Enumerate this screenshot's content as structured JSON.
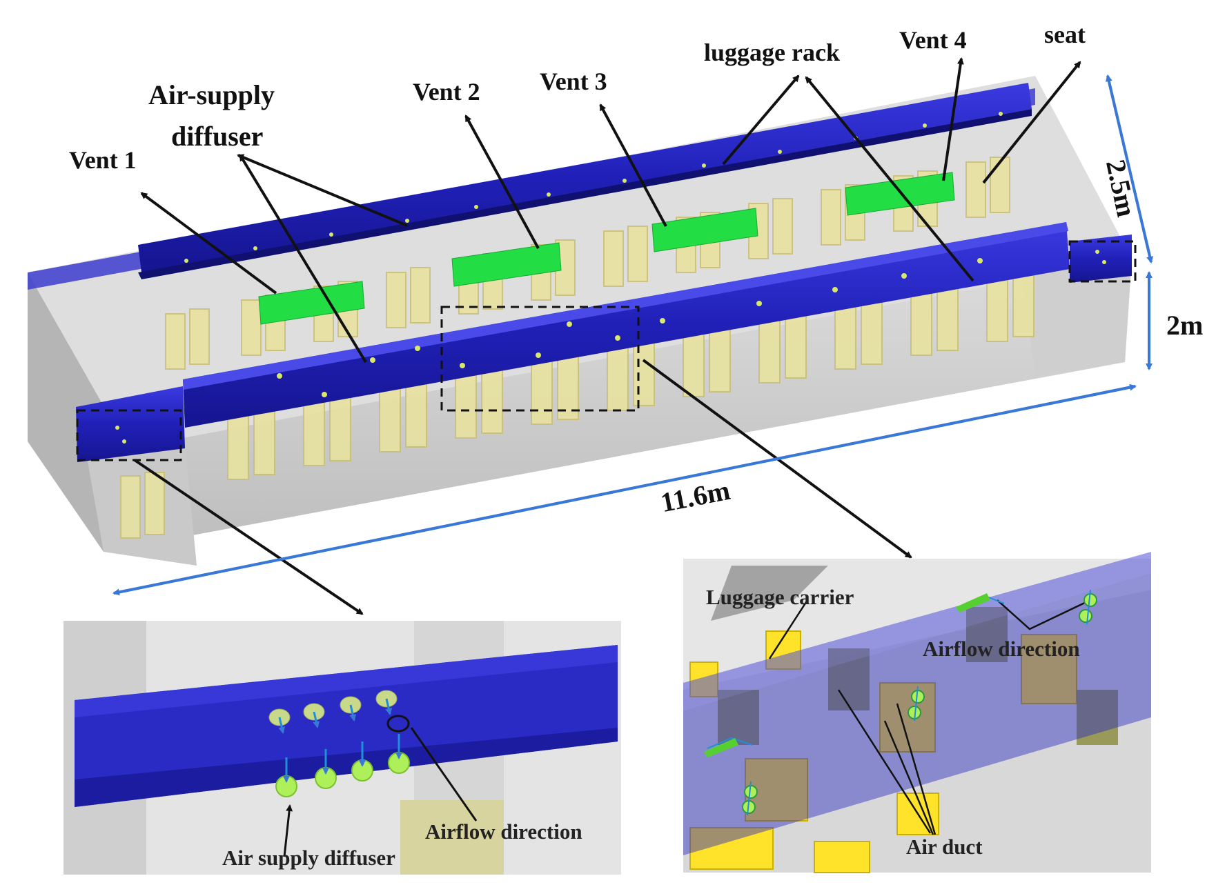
{
  "labels": {
    "vent1": "Vent 1",
    "vent2": "Vent 2",
    "vent3": "Vent 3",
    "vent4": "Vent 4",
    "air_supply_diffuser_line1": "Air-supply",
    "air_supply_diffuser_line2": "diffuser",
    "luggage_rack": "luggage rack",
    "seat": "seat"
  },
  "dimensions": {
    "length": "11.6m",
    "height": "2m",
    "width": "2.5m"
  },
  "inset_left": {
    "diffuser_label": "Air supply diffuser",
    "airflow_label": "Airflow direction"
  },
  "inset_right": {
    "carrier_label": "Luggage carrier",
    "airflow_label": "Airflow direction",
    "duct_label": "Air duct"
  },
  "colors": {
    "duct_blue": "#2424c8",
    "vent_green": "#22dd44",
    "dimension_blue": "#3a78d8",
    "seat_yellow": "#e6e07a",
    "body_gray": "#cfcfcf"
  }
}
